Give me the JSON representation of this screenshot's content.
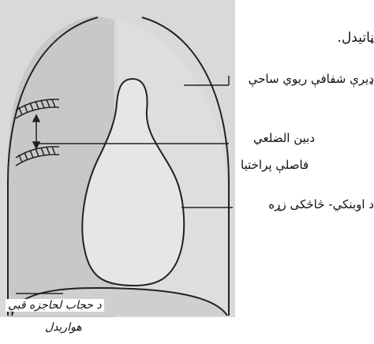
{
  "labels": {
    "title": "ڼاتیدل.",
    "pleura": "ډیرې شفافې ریوي ساحې",
    "intercostal_line1": "دبين الضلعي",
    "intercostal_line2": "فاصلې پراختیا",
    "heart": "د اوبنکي- څاڅکی زړه",
    "diaphragm_line1": "د حجاب لحاجزه قبې",
    "diaphragm_line2": "هواریدل"
  }
}
